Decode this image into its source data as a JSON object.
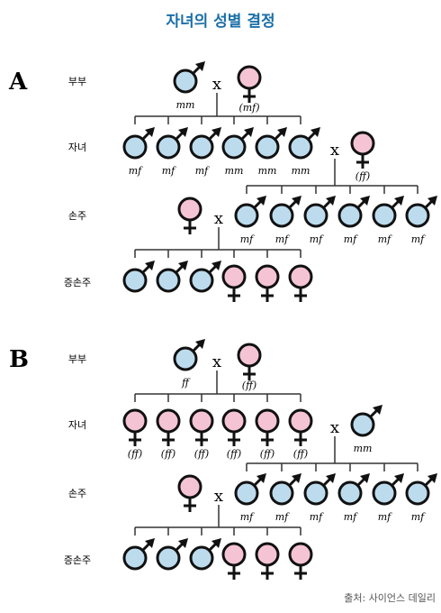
{
  "title": "자녀의 성별 결정",
  "credit": "출처: 사이언스 데일리",
  "cross_symbol": "x",
  "colors": {
    "title": "#1a6fa8",
    "male_fill": "#bcdcee",
    "female_fill": "#f5c4d4",
    "stroke": "#111111",
    "line": "#333333"
  },
  "rows": {
    "parents": "부부",
    "children": "자녀",
    "grandchildren": "손주",
    "great_grandchildren": "증손주"
  },
  "panels": [
    {
      "id": "A",
      "parents": [
        {
          "sex": "male",
          "genotype": "mm"
        },
        {
          "sex": "female",
          "genotype": "(mf)"
        }
      ],
      "children": [
        {
          "sex": "male",
          "genotype": "mf"
        },
        {
          "sex": "male",
          "genotype": "mf"
        },
        {
          "sex": "male",
          "genotype": "mf"
        },
        {
          "sex": "male",
          "genotype": "mm"
        },
        {
          "sex": "male",
          "genotype": "mm"
        },
        {
          "sex": "male",
          "genotype": "mm"
        }
      ],
      "child_spouse": {
        "sex": "female",
        "genotype": "(ff)"
      },
      "grandchild_spouse": {
        "sex": "female",
        "genotype": ""
      },
      "grandchildren": [
        {
          "sex": "male",
          "genotype": "mf"
        },
        {
          "sex": "male",
          "genotype": "mf"
        },
        {
          "sex": "male",
          "genotype": "mf"
        },
        {
          "sex": "male",
          "genotype": "mf"
        },
        {
          "sex": "male",
          "genotype": "mf"
        },
        {
          "sex": "male",
          "genotype": "mf"
        }
      ],
      "great_grandchildren": [
        "male",
        "male",
        "male",
        "female",
        "female",
        "female"
      ]
    },
    {
      "id": "B",
      "parents": [
        {
          "sex": "male",
          "genotype": "ff"
        },
        {
          "sex": "female",
          "genotype": "(ff)"
        }
      ],
      "children": [
        {
          "sex": "female",
          "genotype": "(ff)"
        },
        {
          "sex": "female",
          "genotype": "(ff)"
        },
        {
          "sex": "female",
          "genotype": "(ff)"
        },
        {
          "sex": "female",
          "genotype": "(ff)"
        },
        {
          "sex": "female",
          "genotype": "(ff)"
        },
        {
          "sex": "female",
          "genotype": "(ff)"
        }
      ],
      "child_spouse": {
        "sex": "male",
        "genotype": "mm"
      },
      "grandchild_spouse": {
        "sex": "female",
        "genotype": ""
      },
      "grandchildren": [
        {
          "sex": "male",
          "genotype": "mf"
        },
        {
          "sex": "male",
          "genotype": "mf"
        },
        {
          "sex": "male",
          "genotype": "mf"
        },
        {
          "sex": "male",
          "genotype": "mf"
        },
        {
          "sex": "male",
          "genotype": "mf"
        },
        {
          "sex": "male",
          "genotype": "mf"
        }
      ],
      "great_grandchildren": [
        "male",
        "male",
        "male",
        "female",
        "female",
        "female"
      ]
    }
  ]
}
